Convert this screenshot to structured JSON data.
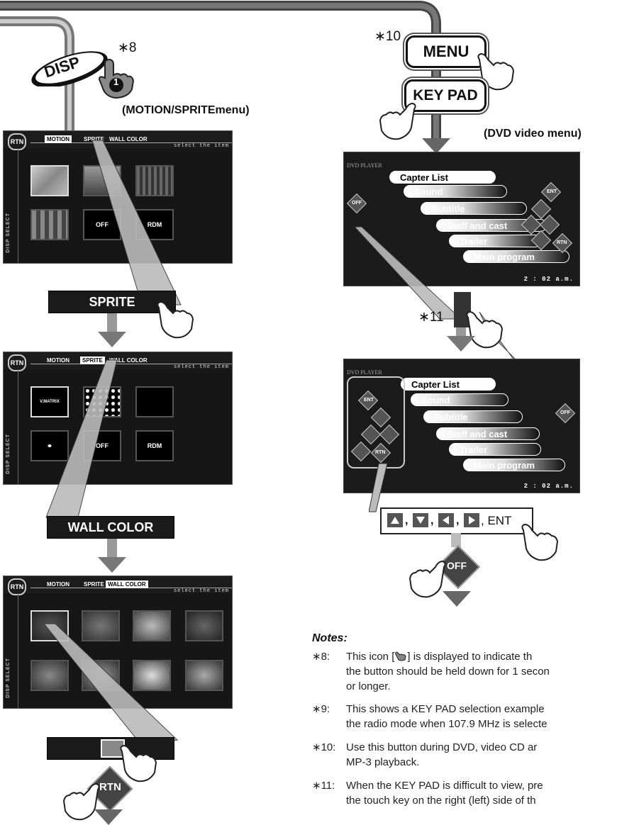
{
  "left": {
    "disp_button": "DISP",
    "disp_ref": "∗8",
    "hold_badge": "1",
    "motion_sprite_caption": "(MOTION/SPRITEmenu)",
    "screen": {
      "rtn": "RTN",
      "tab_motion": "MOTION",
      "tab_sprite": "SPRITE",
      "tab_wall_color": "WALL COLOR",
      "select_item": "select the item",
      "side_label": "DISP SELECT",
      "off": "OFF",
      "rdm": "RDM",
      "vmatrix": "V.MATRIX"
    },
    "sprite_banner": "SPRITE",
    "wall_color_banner": "WALL COLOR",
    "rtn_button": "RTN"
  },
  "right": {
    "menu_ref": "∗10",
    "menu_button": "MENU",
    "keypad_button": "KEY PAD",
    "dvd_caption": "(DVD video menu)",
    "dvd_logo": "DVD PLAYER",
    "menu_items": [
      "Capter List",
      "Sound",
      "Subtitle",
      "Staff and cast",
      "Trailer",
      "Main program"
    ],
    "clock": "2 : 02 a.m.",
    "off": "OFF",
    "ent": "ENT",
    "rtn": "RTN",
    "ref11": "∗11",
    "key_strip_ent": ", ENT",
    "off_button": "OFF"
  },
  "notes": {
    "heading": "Notes:",
    "items": [
      {
        "num": "∗8:",
        "text_a": "This icon [",
        "text_b": "] is displayed to indicate th",
        "text_c": "the button should be held down for 1 secon",
        "text_d": "or longer."
      },
      {
        "num": "∗9:",
        "text_a": "This shows a KEY PAD selection example",
        "text_b": "the radio mode when 107.9 MHz is selecte"
      },
      {
        "num": "∗10:",
        "text_a": "Use this button during DVD, video CD ar",
        "text_b": "MP-3 playback."
      },
      {
        "num": "∗11:",
        "text_a": "When the KEY PAD is difficult to view, pre",
        "text_b": "the touch key on the right (left) side of th"
      }
    ]
  }
}
